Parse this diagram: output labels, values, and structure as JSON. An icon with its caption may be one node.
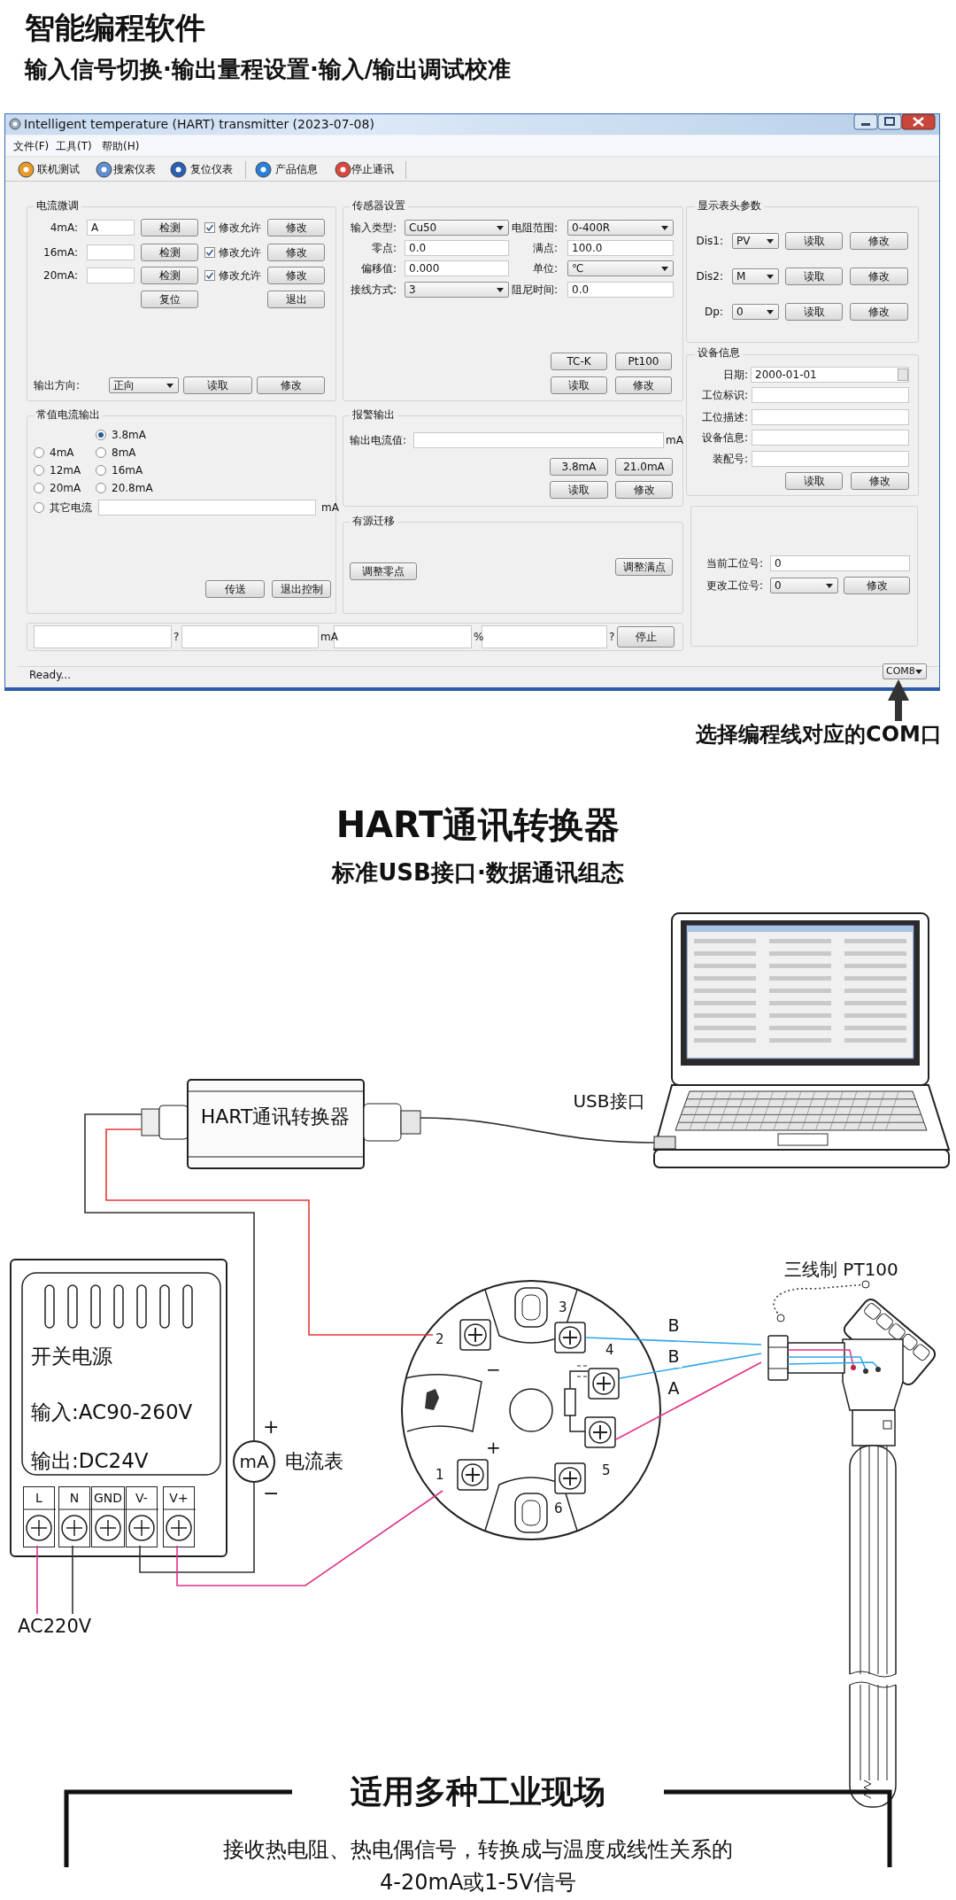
{
  "diagram": {
    "title": "智能编程软件",
    "nodes": [
      {
        "text": [
          "COM8"
        ]
      },
      {
        "text": [
          "选择编程线对应的COM口"
        ]
      },
      {
        "text": [],
        "shape": "picture"
      },
      {
        "text": [
          "HART通讯转换器"
        ]
      },
      {
        "text": [
          "开关电源",
          "输入:AC90-260V",
          "输出:DC24V"
        ]
      },
      {
        "text": [
          "L"
        ],
        "in": 4
      },
      {
        "text": [
          "N"
        ],
        "in": 4
      },
      {
        "text": [
          "GND"
        ],
        "in": 4
      },
      {
        "text": [
          "V-"
        ],
        "in": 4
      },
      {
        "text": [
          "V+"
        ],
        "in": 4
      },
      {
        "text": [
          "AC220V"
        ]
      },
      {
        "text": [
          "mA"
        ],
        "beside": [
          "电流表"
        ]
      },
      {
        "text": [],
        "shape": "circle"
      },
      {
        "text": [
          "1"
        ],
        "in": 12,
        "beside": [
          "+"
        ]
      },
      {
        "text": [
          "2"
        ],
        "in": 12,
        "beside": [
          "−"
        ]
      },
      {
        "text": [
          "3"
        ],
        "in": 12
      },
      {
        "text": [
          "4"
        ],
        "in": 12
      },
      {
        "text": [
          "5"
        ],
        "in": 12
      },
      {
        "text": [
          "6"
        ],
        "in": 12
      },
      {
        "text": [
          "三线制 PT100"
        ]
      }
    ],
    "edges": [
      {
        "from": 1,
        "to": 0,
        "arrow": "to",
        "style": "thick"
      },
      {
        "from": 3,
        "to": 2,
        "arrow": "none",
        "label": "USB接口"
      },
      {
        "from": 3,
        "to": 14,
        "arrow": "none",
        "color": "#e53935"
      },
      {
        "from": 3,
        "to": 11,
        "arrow": "none"
      },
      {
        "from": 11,
        "to": 8,
        "arrow": "none"
      },
      {
        "from": 9,
        "to": 13,
        "arrow": "none",
        "color": "#e0338a"
      },
      {
        "from": 5,
        "to": 10,
        "arrow": "none",
        "color": "#e0338a"
      },
      {
        "from": 6,
        "to": 10,
        "arrow": "none"
      },
      {
        "from": 15,
        "to": 19,
        "arrow": "none",
        "label": "B",
        "color": "#2ea6e8"
      },
      {
        "from": 16,
        "to": 19,
        "arrow": "none",
        "label": "B",
        "color": "#2ea6e8"
      },
      {
        "from": 17,
        "to": 19,
        "arrow": "none",
        "label": "A",
        "color": "#e0338a"
      }
    ],
    "labels": [
      "输入信号切换·输出量程设置·输入/输出调试校准",
      "Intelligent temperature (HART) transmitter (2023-07-08)",
      "文件(F)",
      "工具(T)",
      "帮助(H)",
      "联机测试",
      "搜索仪表",
      "复位仪表",
      "产品信息",
      "停止通讯",
      "电流微调",
      "4mA:",
      "A",
      "检测",
      "修改允许",
      "修改",
      "16mA:",
      "检测",
      "修改允许",
      "修改",
      "20mA:",
      "检测",
      "修改允许",
      "修改",
      "复位",
      "退出",
      "输出方向:",
      "正向",
      "读取",
      "修改",
      "传感器设置",
      "输入类型:",
      "Cu50",
      "电阻范围:",
      "0-400R",
      "零点:",
      "0.0",
      "满点:",
      "100.0",
      "偏移值:",
      "0.000",
      "单位:",
      "℃",
      "接线方式:",
      "3",
      "阻尼时间:",
      "0.0",
      "TC-K",
      "Pt100",
      "读取",
      "修改",
      "显示表头参数",
      "Dis1:",
      "PV",
      "读取",
      "修改",
      "Dis2:",
      "M",
      "读取",
      "修改",
      "Dp:",
      "0",
      "读取",
      "修改",
      "设备信息",
      "日期:",
      "2000-01-01",
      "工位标识:",
      "工位描述:",
      "设备信息:",
      "装配号:",
      "读取",
      "修改",
      "常值电流输出",
      "3.8mA",
      "4mA",
      "8mA",
      "12mA",
      "16mA",
      "20mA",
      "20.8mA",
      "其它电流",
      "mA",
      "传送",
      "退出控制",
      "报警输出",
      "输出电流值:",
      "mA",
      "3.8mA",
      "21.0mA",
      "读取",
      "修改",
      "有源迁移",
      "调整零点",
      "调整满点",
      "当前工位号:",
      "0",
      "更改工位号:",
      "0",
      "修改",
      "?",
      "mA",
      "%",
      "?",
      "停止",
      "Ready...",
      "HART通讯转换器",
      "标准USB接口·数据通讯组态",
      "+",
      "−",
      "适用多种工业现场",
      "接收热电阻、热电偶信号，转换成与温度成线性关系的4-20mA或1-5V信号"
    ]
  }
}
